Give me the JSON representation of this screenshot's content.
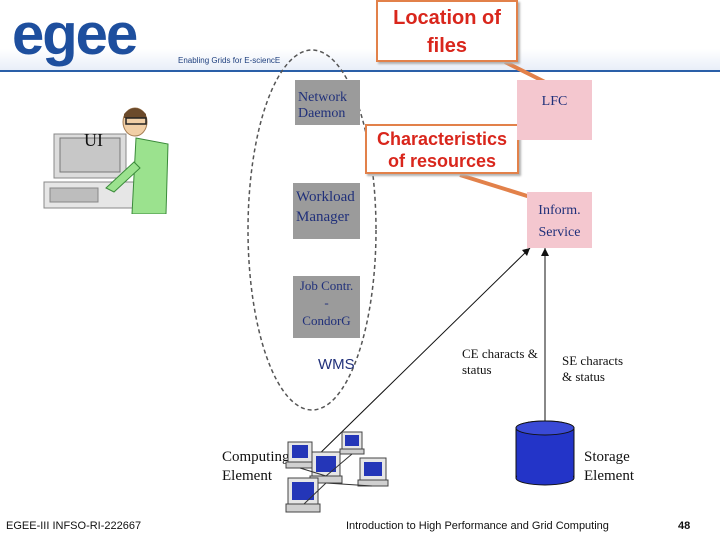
{
  "header": {
    "logo": "egee",
    "tagline": "Enabling Grids for E-sciencE"
  },
  "callouts": {
    "location": "Location of files",
    "characteristics": "Characteristics of resources"
  },
  "nodes": {
    "ui": "UI",
    "network_daemon": "Network Daemon",
    "lfc": "LFC",
    "workload_manager": "Workload Manager",
    "inform_service": "Inform. Service",
    "job_contr_1": "Job Contr.",
    "job_contr_2": "-",
    "job_contr_3": "CondorG",
    "wms": "WMS",
    "ce_characts": "CE characts & status",
    "se_characts": "SE characts & status",
    "storage_element": "Storage Element",
    "computing_element": "Computing Element"
  },
  "footer": {
    "left": "EGEE-III INFSO-RI-222667",
    "center": "Introduction to High Performance and Grid Computing",
    "page": "48"
  },
  "colors": {
    "brand": "#1e4f9e",
    "callout_border": "#e2814a",
    "callout_text": "#d9261c",
    "gray_box": "#9b9b9b",
    "pink_box": "#f4c7cf",
    "storage": "#2334c8"
  }
}
